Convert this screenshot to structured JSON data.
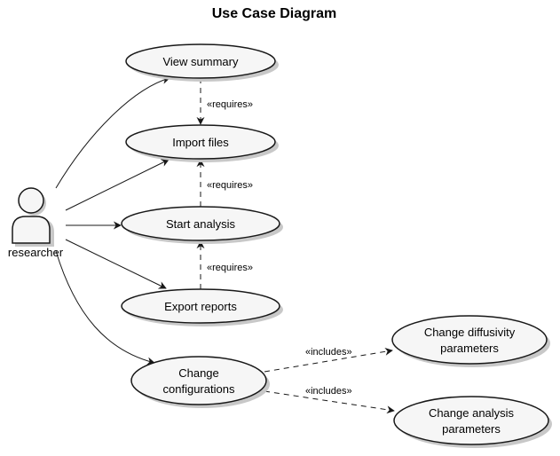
{
  "title": "Use Case Diagram",
  "colors": {
    "node_fill": "#f6f6f6",
    "node_stroke": "#181818",
    "shadow": "#c8c8c8",
    "line": "#181818"
  },
  "actor": {
    "label": "researcher",
    "icon": "person-icon"
  },
  "use_cases": [
    {
      "id": "view",
      "lines": [
        "View summary"
      ]
    },
    {
      "id": "import",
      "lines": [
        "Import files"
      ]
    },
    {
      "id": "start",
      "lines": [
        "Start analysis"
      ]
    },
    {
      "id": "export",
      "lines": [
        "Export reports"
      ]
    },
    {
      "id": "config",
      "lines": [
        "Change",
        "configurations"
      ]
    },
    {
      "id": "diffusivity",
      "lines": [
        "Change diffusivity",
        "parameters"
      ]
    },
    {
      "id": "analysisparams",
      "lines": [
        "Change analysis",
        "parameters"
      ]
    }
  ],
  "relations": [
    {
      "from": "researcher",
      "to": "view",
      "style": "solid",
      "label": ""
    },
    {
      "from": "researcher",
      "to": "import",
      "style": "solid",
      "label": ""
    },
    {
      "from": "researcher",
      "to": "start",
      "style": "solid",
      "label": ""
    },
    {
      "from": "researcher",
      "to": "export",
      "style": "solid",
      "label": ""
    },
    {
      "from": "researcher",
      "to": "config",
      "style": "solid",
      "label": ""
    },
    {
      "from": "view",
      "to": "import",
      "style": "dashed",
      "label": "«requires»"
    },
    {
      "from": "start",
      "to": "import",
      "style": "dashed",
      "label": "«requires»"
    },
    {
      "from": "export",
      "to": "start",
      "style": "dashed",
      "label": "«requires»"
    },
    {
      "from": "config",
      "to": "diffusivity",
      "style": "dashed",
      "label": "«includes»"
    },
    {
      "from": "config",
      "to": "analysisparams",
      "style": "dashed",
      "label": "«includes»"
    }
  ]
}
